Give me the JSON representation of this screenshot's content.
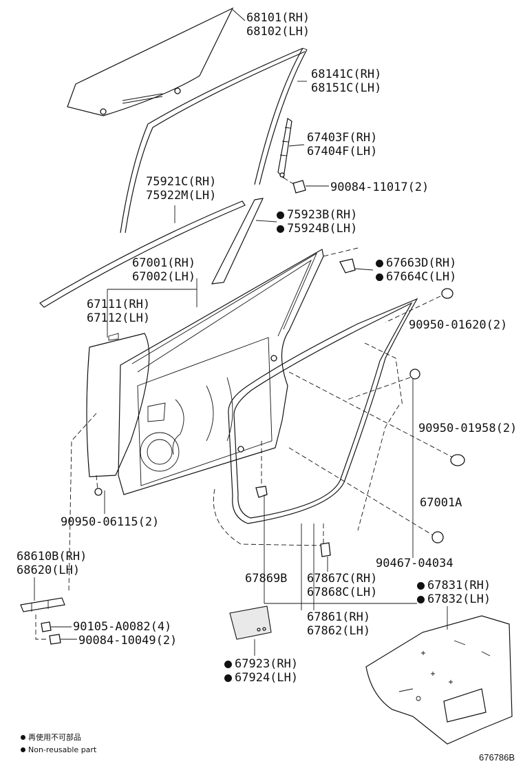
{
  "diagram": {
    "illustration_id": "676786B",
    "legend": {
      "line_jp": "再使用不可部品",
      "line_en": "Non-reusable part"
    },
    "parts": [
      {
        "id": "p-68101",
        "lines": [
          "68101(RH)",
          "68102(LH)"
        ],
        "non_reusable": false
      },
      {
        "id": "p-68141",
        "lines": [
          "68141C(RH)",
          "68151C(LH)"
        ],
        "non_reusable": false
      },
      {
        "id": "p-67403",
        "lines": [
          "67403F(RH)",
          "67404F(LH)"
        ],
        "non_reusable": false
      },
      {
        "id": "p-90084a",
        "lines": [
          "90084-11017(2)"
        ],
        "non_reusable": false
      },
      {
        "id": "p-75921",
        "lines": [
          "75921C(RH)",
          "75922M(LH)"
        ],
        "non_reusable": false
      },
      {
        "id": "p-75923",
        "lines": [
          "75923B(RH)",
          "75924B(LH)"
        ],
        "non_reusable": true
      },
      {
        "id": "p-67001",
        "lines": [
          "67001(RH)",
          "67002(LH)"
        ],
        "non_reusable": false
      },
      {
        "id": "p-67663",
        "lines": [
          "67663D(RH)",
          "67664C(LH)"
        ],
        "non_reusable": true
      },
      {
        "id": "p-67111",
        "lines": [
          "67111(RH)",
          "67112(LH)"
        ],
        "non_reusable": false
      },
      {
        "id": "p-90950a",
        "lines": [
          "90950-01620(2)"
        ],
        "non_reusable": false
      },
      {
        "id": "p-90950b",
        "lines": [
          "90950-01958(2)"
        ],
        "non_reusable": false
      },
      {
        "id": "p-67001a",
        "lines": [
          "67001A"
        ],
        "non_reusable": false
      },
      {
        "id": "p-90950c",
        "lines": [
          "90950-06115(2)"
        ],
        "non_reusable": false
      },
      {
        "id": "p-90467",
        "lines": [
          "90467-04034"
        ],
        "non_reusable": false
      },
      {
        "id": "p-68610",
        "lines": [
          "68610B(RH)",
          "68620(LH)"
        ],
        "non_reusable": false
      },
      {
        "id": "p-67869",
        "lines": [
          "67869B"
        ],
        "non_reusable": false
      },
      {
        "id": "p-67867",
        "lines": [
          "67867C(RH)",
          "67868C(LH)"
        ],
        "non_reusable": false
      },
      {
        "id": "p-67831",
        "lines": [
          "67831(RH)",
          "67832(LH)"
        ],
        "non_reusable": true
      },
      {
        "id": "p-90105",
        "lines": [
          "90105-A0082(4)"
        ],
        "non_reusable": false
      },
      {
        "id": "p-67861",
        "lines": [
          "67861(RH)",
          "67862(LH)"
        ],
        "non_reusable": false
      },
      {
        "id": "p-90084b",
        "lines": [
          "90084-10049(2)"
        ],
        "non_reusable": false
      },
      {
        "id": "p-67923",
        "lines": [
          "67923(RH)",
          "67924(LH)"
        ],
        "non_reusable": true
      }
    ]
  }
}
